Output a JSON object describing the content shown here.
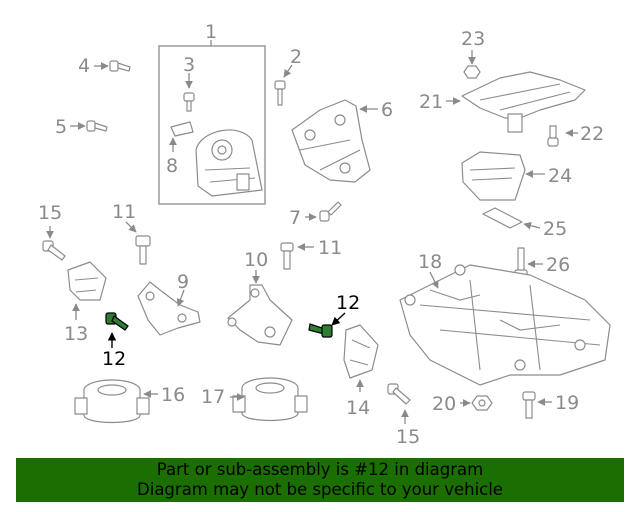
{
  "callouts": {
    "c1": "1",
    "c2": "2",
    "c3": "3",
    "c4": "4",
    "c5": "5",
    "c6": "6",
    "c7": "7",
    "c8": "8",
    "c9": "9",
    "c10": "10",
    "c11a": "11",
    "c11b": "11",
    "c12a": "12",
    "c12b": "12",
    "c13": "13",
    "c14": "14",
    "c15a": "15",
    "c15b": "15",
    "c16": "16",
    "c17": "17",
    "c18": "18",
    "c19": "19",
    "c20": "20",
    "c21": "21",
    "c22": "22",
    "c23": "23",
    "c24": "24",
    "c25": "25",
    "c26": "26"
  },
  "highlight_color": "#2e7d32",
  "banner": {
    "line1": "Part or sub-assembly is #12 in diagram",
    "line2": "Diagram may not be specific to your vehicle",
    "background": "#1b6e00"
  }
}
